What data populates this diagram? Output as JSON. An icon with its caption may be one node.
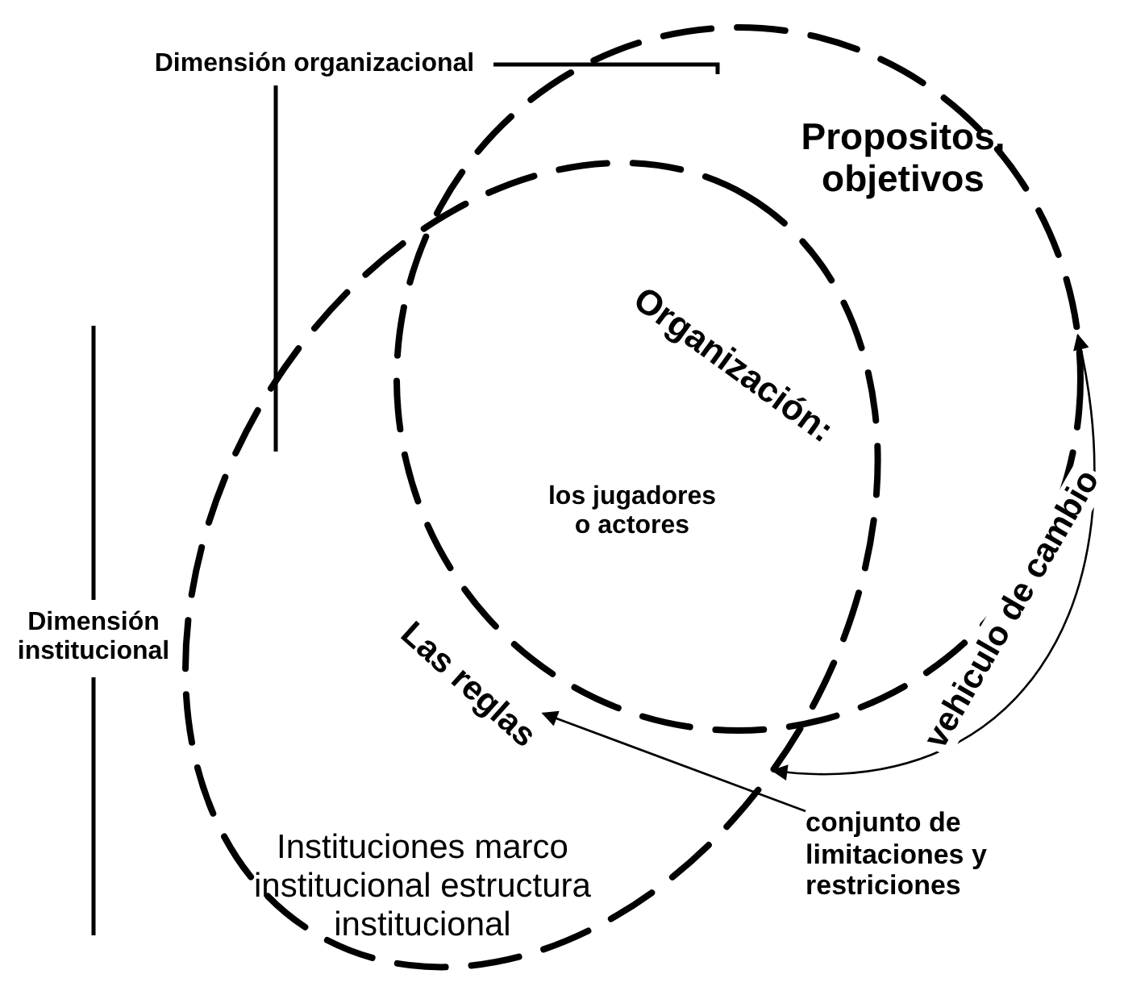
{
  "diagram": {
    "nodes": [
      {
        "text": [
          "Propositos, objetivos",
          "Organización:",
          "los jugadores o actores"
        ]
      },
      {
        "text": [
          "Instituciones marco institucional estructura institucional"
        ]
      },
      {
        "text": [
          "Las reglas"
        ],
        "in": 1
      },
      {
        "text": [
          "conjunto de limitaciones y restriciones"
        ]
      }
    ],
    "edges": [
      {
        "from": 3,
        "to": 2,
        "arrow": "to"
      },
      {
        "from": 1,
        "to": 0,
        "arrow": "both",
        "label": "vehiculo de cambio"
      }
    ],
    "labels": [
      "Dimensión organizacional",
      "Dimensión institucional"
    ]
  }
}
